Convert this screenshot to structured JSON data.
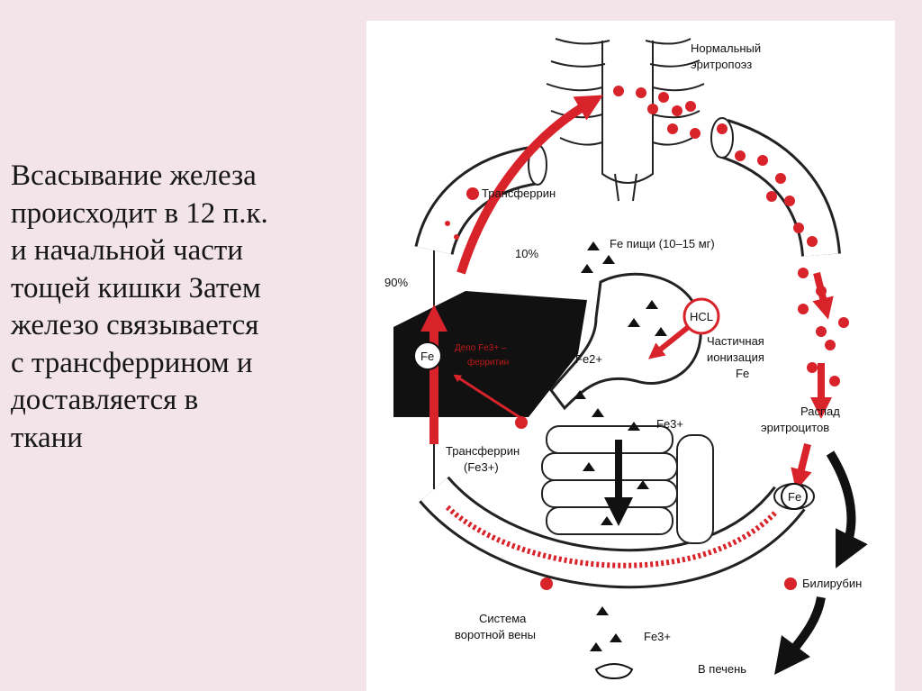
{
  "slide_text": {
    "lines": [
      "Всасывание железа",
      "происходит в 12 п.к.",
      "и начальной части",
      "тощей кишки Затем",
      "железо связывается",
      "с трансферрином и",
      "доставляется в",
      "ткани"
    ]
  },
  "diagram": {
    "labels": {
      "normal_erythropoiesis_1": "Нормальный",
      "normal_erythropoiesis_2": "эритропоэз",
      "transferrin_top": "Трансферрин",
      "fe_food": "Fe пищи (10–15 мг)",
      "percent_10": "10%",
      "percent_90": "90%",
      "hcl": "HCL",
      "partial_ionization_1": "Частичная",
      "partial_ionization_2": "ионизация",
      "partial_ionization_3": "Fe",
      "fe_liver_node": "Fe",
      "depot_1": "Депо Fe3+ –",
      "depot_2": "ферритин",
      "fe2plus": "Fe2+",
      "fe3plus_mid": "Fe3+",
      "transferrin_bottom_1": "Трансферрин",
      "transferrin_bottom_2": "(Fe3+)",
      "rbc_breakdown_1": "Распад",
      "rbc_breakdown_2": "эритроцитов",
      "fe_vessel_end": "Fe",
      "bilirubin": "Билирубин",
      "portal_system_1": "Система",
      "portal_system_2": "воротной вены",
      "fe3plus_bottom": "Fe3+",
      "to_liver": "В печень"
    },
    "colors": {
      "blood_red": "#d8232a",
      "dark": "#111111",
      "paper": "#ffffff"
    }
  }
}
